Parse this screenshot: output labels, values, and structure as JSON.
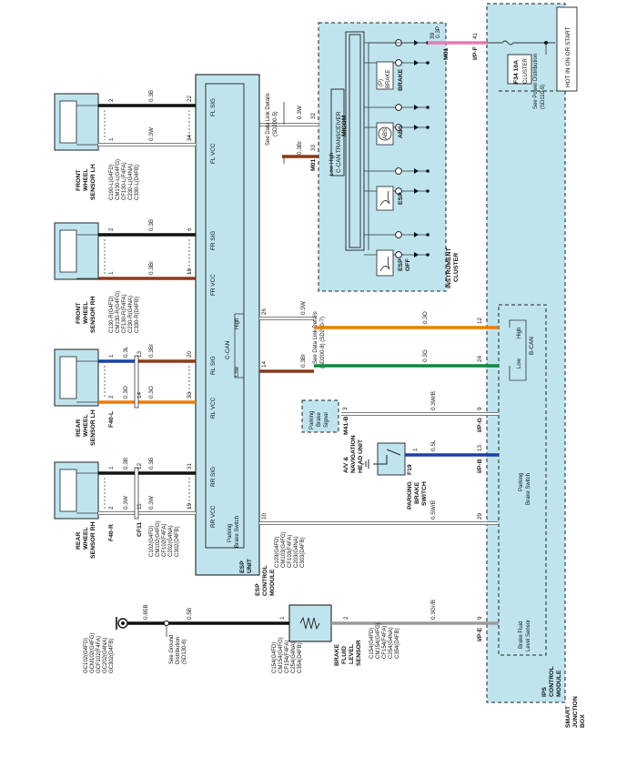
{
  "power": {
    "hot_label": "HOT IN ON OR START",
    "fuse": "F34 10A",
    "fuse_location": "CLUSTER",
    "see_power": "See Power Distribution",
    "see_power_ref": "(SD110-9)"
  },
  "smart_junction_box": {
    "name_line1": "SMART",
    "name_line2": "JUNCTION",
    "name_line3": "BOX"
  },
  "ips_module": {
    "name_line1": "IPS",
    "name_line2": "CONTROL",
    "name_line3": "MODULE",
    "bcan_label": "B-CAN",
    "high": "High",
    "low": "Low",
    "parking_brake": "Parking",
    "parking_brake2": "Brake Switch",
    "fluid_level": "Brake Fluid",
    "fluid_level2": "Level Sensor"
  },
  "instrument_cluster": {
    "name_line1": "INSTRUMENT",
    "name_line2": "CLUSTER",
    "micom": "MICOM",
    "transceiver": "C-CAN TRANSCEIVER",
    "high": "High",
    "low": "Low",
    "brake_label": "BRAKE",
    "abs_label": "ABS",
    "esp_label": "ESP",
    "esp_off_line1": "ESP",
    "esp_off_line2": "OFF",
    "lamp_brake": "BRAKE",
    "lamp_abs": "ABS",
    "lamp_p": "(P)"
  },
  "cluster_pins": {
    "top_wire": "0.3P",
    "pin_m01": "39",
    "pin_ipf": "41",
    "conn_m01": "M01",
    "conn_ipf": "I/P-F",
    "can_high_wire": "0.3W",
    "can_low_wire": "0.3Br",
    "pin_32": "32",
    "pin_33": "33",
    "conn_m01b": "M01",
    "see_data1": "See Data Link Details",
    "see_data1_ref": "(SD200-5)"
  },
  "ccan_wires": {
    "high_wire": "0.3W",
    "low_wire": "0.3Br",
    "see_data2": "See Data Link Details",
    "see_data2_ref": "(SD200-8) (SD200-7)"
  },
  "bcan_wires": {
    "high_wire": "0.3O",
    "low_wire": "0.3G",
    "pin_12": "12",
    "pin_24": "24"
  },
  "parking_brake_wire": {
    "wire": "0.3W/B",
    "pin_ipg": "9",
    "conn_ipg": "I/P-G",
    "pin_3": "3"
  },
  "av_head_unit": {
    "conn": "M41-B",
    "name_line1": "A/V &",
    "name_line2": "NAVIGATION",
    "name_line3": "HEAD UNIT",
    "sig_line1": "Parking",
    "sig_line2": "Brake",
    "sig_line3": "Signal"
  },
  "parking_switch": {
    "wire": "0.5L",
    "pin_1": "1",
    "pin_13": "13",
    "conn_ipb": "I/P-B",
    "conn_f19": "F19",
    "name_line1": "PARKING",
    "name_line2": "BRAKE",
    "name_line3": "SWITCH"
  },
  "esp_ps_wire": {
    "wire": "0.5W/B",
    "pin_29": "29",
    "pin_10": "10"
  },
  "fluid_sensor": {
    "wire_to_ips": "0.3Gr/B",
    "pin_9": "9",
    "conn_ipe": "I/P-E",
    "pin_2": "2",
    "pin_1": "1",
    "name_line1": "BRAKE",
    "name_line2": "FLUID",
    "name_line3": "LEVEL",
    "name_line4": "SENSOR",
    "conn_codes_top": [
      "C154(G4FD)",
      "CM154(G4FG)",
      "CF154(F4FA)",
      "C254(G4NA)",
      "C354(D4FB)"
    ],
    "conn_codes_bot": [
      "C154(G4FD)",
      "CM154(G4FG)",
      "CF154(F4FA)",
      "C254(G4NA)",
      "C354(D4FB)"
    ]
  },
  "ground": {
    "wire_085": "0.85B",
    "wire_05": "0.5B",
    "see_ground": "See Ground",
    "see_ground2": "Distribution",
    "see_ground_ref": "(SD130-6)",
    "codes": [
      "GC102(G4FD)",
      "GCM102(G4FG)",
      "GCF102(F4FA)",
      "GC202(G4NA)",
      "GC302(D4FB)"
    ]
  },
  "esp_module": {
    "name_line1": "ESP",
    "name_line2": "CONTROL",
    "name_line3": "MODULE",
    "unit_line1": "ESP",
    "unit_line2": "UNIT",
    "fl_sig": "FL SIG",
    "fl_vcc": "FL VCC",
    "fr_sig": "FR SIG",
    "fr_vcc": "FR VCC",
    "rl_sig": "RL SIG",
    "rl_vcc": "RL VCC",
    "rr_sig": "RR SIG",
    "rr_vcc": "RR VCC",
    "ccan": "C-CAN",
    "high": "High",
    "low": "Low",
    "ps_line1": "Parking",
    "ps_line2": "Brake Switch",
    "pin_26": "26",
    "pin_14": "14",
    "conn_codes": [
      "C103(G4FD)",
      "CM103(G4FG)",
      "CF103(F4FA)",
      "C203(G4NA)",
      "C303(D4FB)"
    ],
    "conn_codes2": [
      "C102(G4FD)",
      "CM102(G4FG)",
      "CF102(F4FA)",
      "C202(G4NA)",
      "C302(D4FB)"
    ]
  },
  "sensors": {
    "fl": {
      "name_line1": "FRONT",
      "name_line2": "WHEEL",
      "name_line3": "SENSOR LH",
      "sig_wire": "0.3B",
      "vcc_wire": "0.3W",
      "pin_sig_esp": "22",
      "pin_vcc_esp": "34",
      "pin_sig_s": "2",
      "pin_vcc_s": "1",
      "codes": [
        "C190-L(G4FD)",
        "CM130-L(G4FG)",
        "CF130-L(F4FA)",
        "C230-L(G4NA)",
        "C330-L(D4FB)"
      ]
    },
    "fr": {
      "name_line1": "FRONT",
      "name_line2": "WHEEL",
      "name_line3": "SENSOR RH",
      "sig_wire": "0.3B",
      "vcc_wire": "0.3Br",
      "pin_sig_esp": "6",
      "pin_vcc_esp": "18",
      "pin_sig_s": "2",
      "pin_vcc_s": "1",
      "codes": [
        "C130-R(G4FD)",
        "CM130-R(G4FG)",
        "CF130-R(F4FA)",
        "C230-R(G4NA)",
        "C330-R(D4FB)"
      ]
    },
    "rl": {
      "name_line1": "REAR",
      "name_line2": "WHEEL",
      "name_line3": "SENSOR LH",
      "sig_wire_a": "0.3L",
      "sig_wire_b": "0.3Br",
      "vcc_wire_a": "0.3O",
      "vcc_wire_b": "0.3O",
      "pin_sig_esp": "20",
      "pin_vcc_esp": "33",
      "pin_13": "13",
      "pin_14": "14",
      "pin_sig_s": "1",
      "pin_vcc_s": "2",
      "conn": "F40-L"
    },
    "rr": {
      "name_line1": "REAR",
      "name_line2": "WHEEL",
      "name_line3": "SENSOR RH",
      "sig_wire_a": "0.3B",
      "sig_wire_b": "0.3B",
      "vcc_wire_a": "0.3W",
      "vcc_wire_b": "0.3W",
      "pin_sig_esp": "31",
      "pin_vcc_esp": "19",
      "pin_12": "12",
      "pin_11": "11",
      "pin_sig_s": "1",
      "pin_vcc_s": "2",
      "conn": "F40-R",
      "conn2": "CF11"
    }
  },
  "colors": {
    "box": "#bfe4ee",
    "black": "#111111",
    "brown": "#8b3a1a",
    "orange": "#f07a00",
    "green": "#0c8a3c",
    "blue": "#1a3fa8",
    "pink": "#e87ab5",
    "white": "#ffffff",
    "gray": "#9a9a9a"
  },
  "icons": [
    "lamp-icon",
    "ground-icon",
    "switch-icon",
    "fuse-icon",
    "connector-icon"
  ]
}
